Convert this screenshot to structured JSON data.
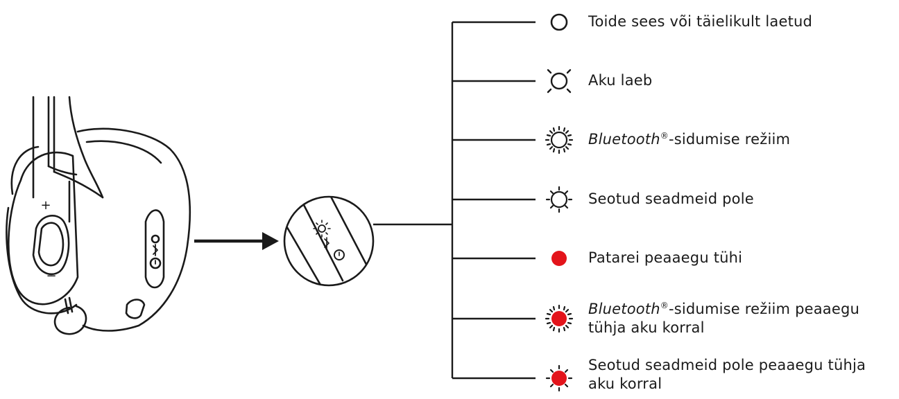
{
  "headset": {
    "plus_symbol": "+",
    "minus_symbol": "−"
  },
  "legend": [
    {
      "id": "power",
      "led": "off-outline",
      "lines": [
        {
          "text": "Toide sees või täielikult laetud"
        }
      ]
    },
    {
      "id": "charging",
      "led": "outline-glow",
      "lines": [
        {
          "text": "Aku laeb"
        }
      ]
    },
    {
      "id": "pairing",
      "led": "outline-fast-blink",
      "lines": [
        {
          "em": "Bluetooth",
          "sup": "®",
          "text": "-sidumise režiim"
        }
      ]
    },
    {
      "id": "no-paired",
      "led": "outline-slow-blink",
      "lines": [
        {
          "text": "Seotud seadmeid pole"
        }
      ]
    },
    {
      "id": "battery-low",
      "led": "red-solid",
      "lines": [
        {
          "text": "Patarei peaaegu tühi"
        }
      ]
    },
    {
      "id": "pairing-low-battery",
      "led": "red-fast-blink",
      "lines": [
        {
          "em": "Bluetooth",
          "sup": "®",
          "text": "-sidumise režiim peaaegu"
        },
        {
          "text": "tühja aku korral"
        }
      ]
    },
    {
      "id": "no-paired-low-battery",
      "led": "red-slow-blink",
      "lines": [
        {
          "text": "Seotud seadmeid pole peaaegu tühja"
        },
        {
          "text": "aku korral"
        }
      ]
    }
  ],
  "colors": {
    "line": "#1a1a1a",
    "red": "#e3141b"
  }
}
